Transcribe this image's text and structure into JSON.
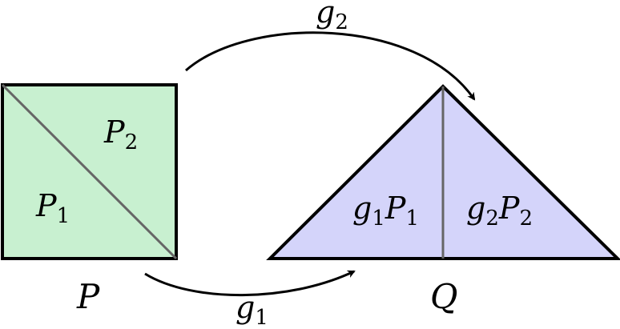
{
  "colors": {
    "square_fill": "#c8f0d0",
    "triangle_fill": "#d4d4fa",
    "stroke": "#000000",
    "inner_stroke": "#666666"
  },
  "labels": {
    "P": "P",
    "Q": "Q",
    "P1": {
      "base": "P",
      "sub": "1"
    },
    "P2": {
      "base": "P",
      "sub": "2"
    },
    "g1P1": {
      "g": "g",
      "gsub": "1",
      "p": "P",
      "psub": "1"
    },
    "g2P2": {
      "g": "g",
      "gsub": "2",
      "p": "P",
      "psub": "2"
    },
    "arrow_g1": {
      "base": "g",
      "sub": "1"
    },
    "arrow_g2": {
      "base": "g",
      "sub": "2"
    }
  }
}
